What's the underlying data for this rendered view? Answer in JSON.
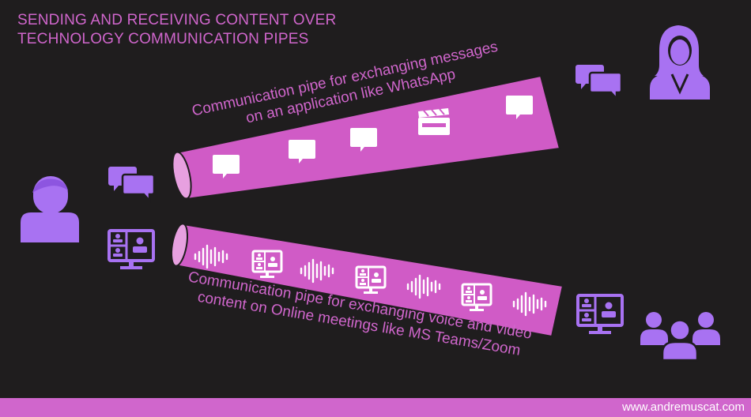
{
  "title": {
    "line1": "SENDING AND RECEIVING CONTENT OVER",
    "line2": "TECHNOLOGY COMMUNICATION PIPES"
  },
  "pipes": {
    "messaging": {
      "label_line1": "Communication pipe for exchanging messages",
      "label_line2": "on an application like WhatsApp"
    },
    "meetings": {
      "label_line1": "Communication pipe for exchanging voice and video",
      "label_line2": "content on Online meetings like MS Teams/Zoom"
    }
  },
  "footer": {
    "url": "www.andremuscat.com"
  },
  "colors": {
    "background": "#1f1d1e",
    "accent": "#d066cc",
    "icon": "#a872f2",
    "pipe_fill": "#d05bc6",
    "pipe_end": "#e7a0e0"
  }
}
